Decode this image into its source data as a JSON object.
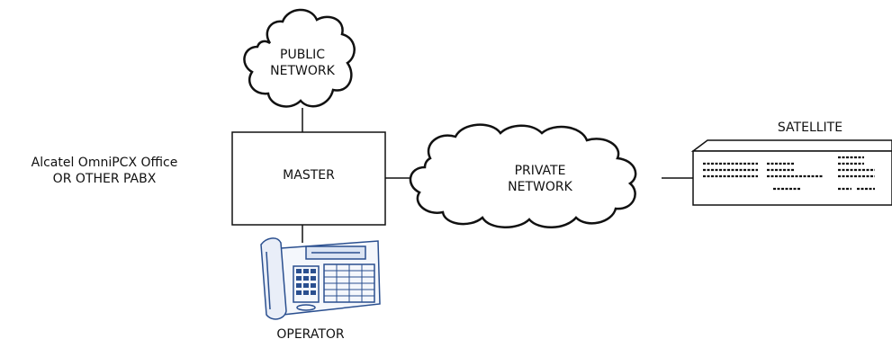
{
  "public_network": {
    "line1": "PUBLIC",
    "line2": "NETWORK"
  },
  "master": {
    "label": "MASTER"
  },
  "pabx_caption": {
    "line1": "Alcatel OmniPCX Office",
    "line2": "OR OTHER PABX"
  },
  "private_network": {
    "line1": "PRIVATE",
    "line2": "NETWORK"
  },
  "satellite": {
    "label": "SATELLITE"
  },
  "operator": {
    "label": "OPERATOR"
  },
  "colors": {
    "line": "#111111",
    "phone": "#2a4f8f"
  }
}
